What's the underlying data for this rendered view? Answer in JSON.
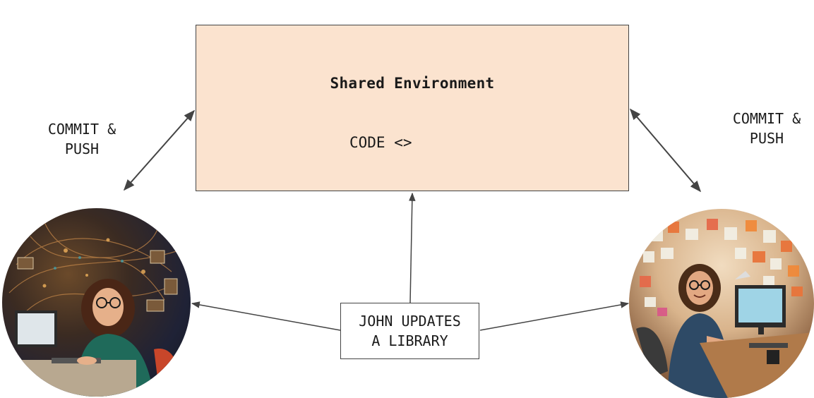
{
  "shared_environment": {
    "title": "Shared Environment",
    "code_label": "CODE <>"
  },
  "left_label": {
    "line1": "COMMIT &",
    "line2": "PUSH"
  },
  "right_label": {
    "line1": "COMMIT &",
    "line2": "PUSH"
  },
  "update_box": {
    "line1": "JOHN UPDATES",
    "line2": "A LIBRARY"
  },
  "colors": {
    "env_fill": "#fbe3cf",
    "arrow": "#444444"
  }
}
